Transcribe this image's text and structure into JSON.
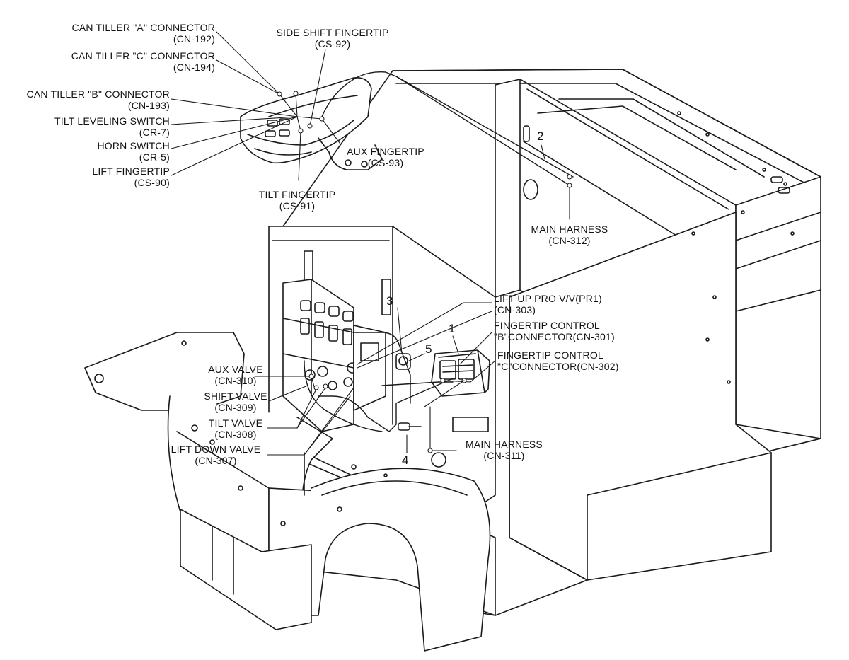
{
  "labels": {
    "can_tiller_a": {
      "name": "CAN TILLER \"A\" CONNECTOR",
      "code": "(CN-192)"
    },
    "can_tiller_c": {
      "name": "CAN TILLER \"C\" CONNECTOR",
      "code": "(CN-194)"
    },
    "can_tiller_b": {
      "name": "CAN TILLER \"B\" CONNECTOR",
      "code": "(CN-193)"
    },
    "tilt_leveling_switch": {
      "name": "TILT LEVELING SWITCH",
      "code": "(CR-7)"
    },
    "horn_switch": {
      "name": "HORN SWITCH",
      "code": "(CR-5)"
    },
    "lift_fingertip": {
      "name": "LIFT FINGERTIP",
      "code": "(CS-90)"
    },
    "side_shift_fingertip": {
      "name": "SIDE SHIFT FINGERTIP",
      "code": "(CS-92)"
    },
    "aux_fingertip": {
      "name": "AUX FINGERTIP",
      "code": "(CS-93)"
    },
    "tilt_fingertip": {
      "name": "TILT FINGERTIP",
      "code": "(CS-91)"
    },
    "main_harness_312": {
      "name": "MAIN HARNESS",
      "code": "(CN-312)"
    },
    "lift_up_pro": {
      "name": "LIFT UP PRO V/V(PR1)",
      "code": "(CN-303)"
    },
    "fingertip_control_b": {
      "name": "FINGERTIP CONTROL",
      "code": "\"B\"CONNECTOR(CN-301)"
    },
    "fingertip_control_c": {
      "name": "FINGERTIP CONTROL",
      "code": "\"C\"CONNECTOR(CN-302)"
    },
    "aux_valve": {
      "name": "AUX VALVE",
      "code": "(CN-310)"
    },
    "shift_valve": {
      "name": "SHIFT VALVE",
      "code": "(CN-309)"
    },
    "tilt_valve": {
      "name": "TILT VALVE",
      "code": "(CN-308)"
    },
    "lift_down_valve": {
      "name": "LIFT DOWN VALVE",
      "code": "(CN-307)"
    },
    "main_harness_311": {
      "name": "MAIN HARNESS",
      "code": "(CN-311)"
    }
  },
  "callouts": [
    "1",
    "2",
    "3",
    "4",
    "5"
  ]
}
